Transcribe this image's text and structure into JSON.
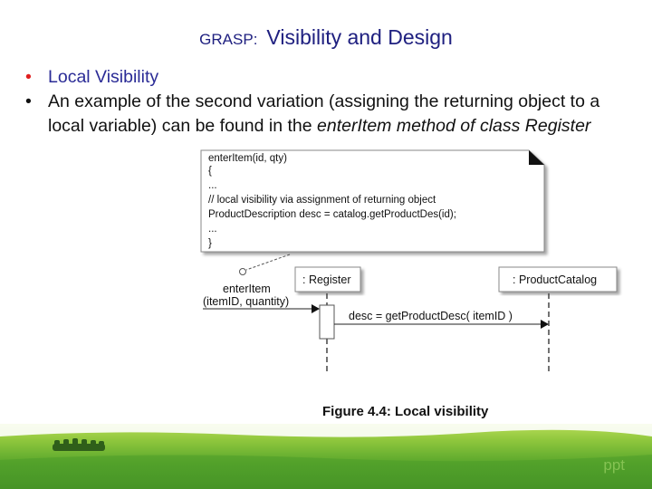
{
  "title": {
    "prefix": "GRASP:",
    "main": "Visibility and Design"
  },
  "bullets": [
    {
      "text": "Local Visibility"
    },
    {
      "text_start": "An example of the second variation (assigning the returning object to a local variable) can be found in the ",
      "text_emph": "enterItem method of class Register"
    }
  ],
  "code_note": {
    "lines": [
      "enterItem(id, qty)",
      "{",
      "...",
      "// local visibility via assignment of returning object",
      "ProductDescription desc = catalog.getProductDes(id);",
      "...",
      "}"
    ]
  },
  "sequence": {
    "lifelines": [
      ": Register",
      ": ProductCatalog"
    ],
    "incoming_message": [
      "enterItem",
      "(itemID, quantity)"
    ],
    "call": "desc = getProductDesc( itemID )"
  },
  "caption": "Figure 4.4: Local visibility",
  "footer": {
    "brand": "ppt"
  }
}
